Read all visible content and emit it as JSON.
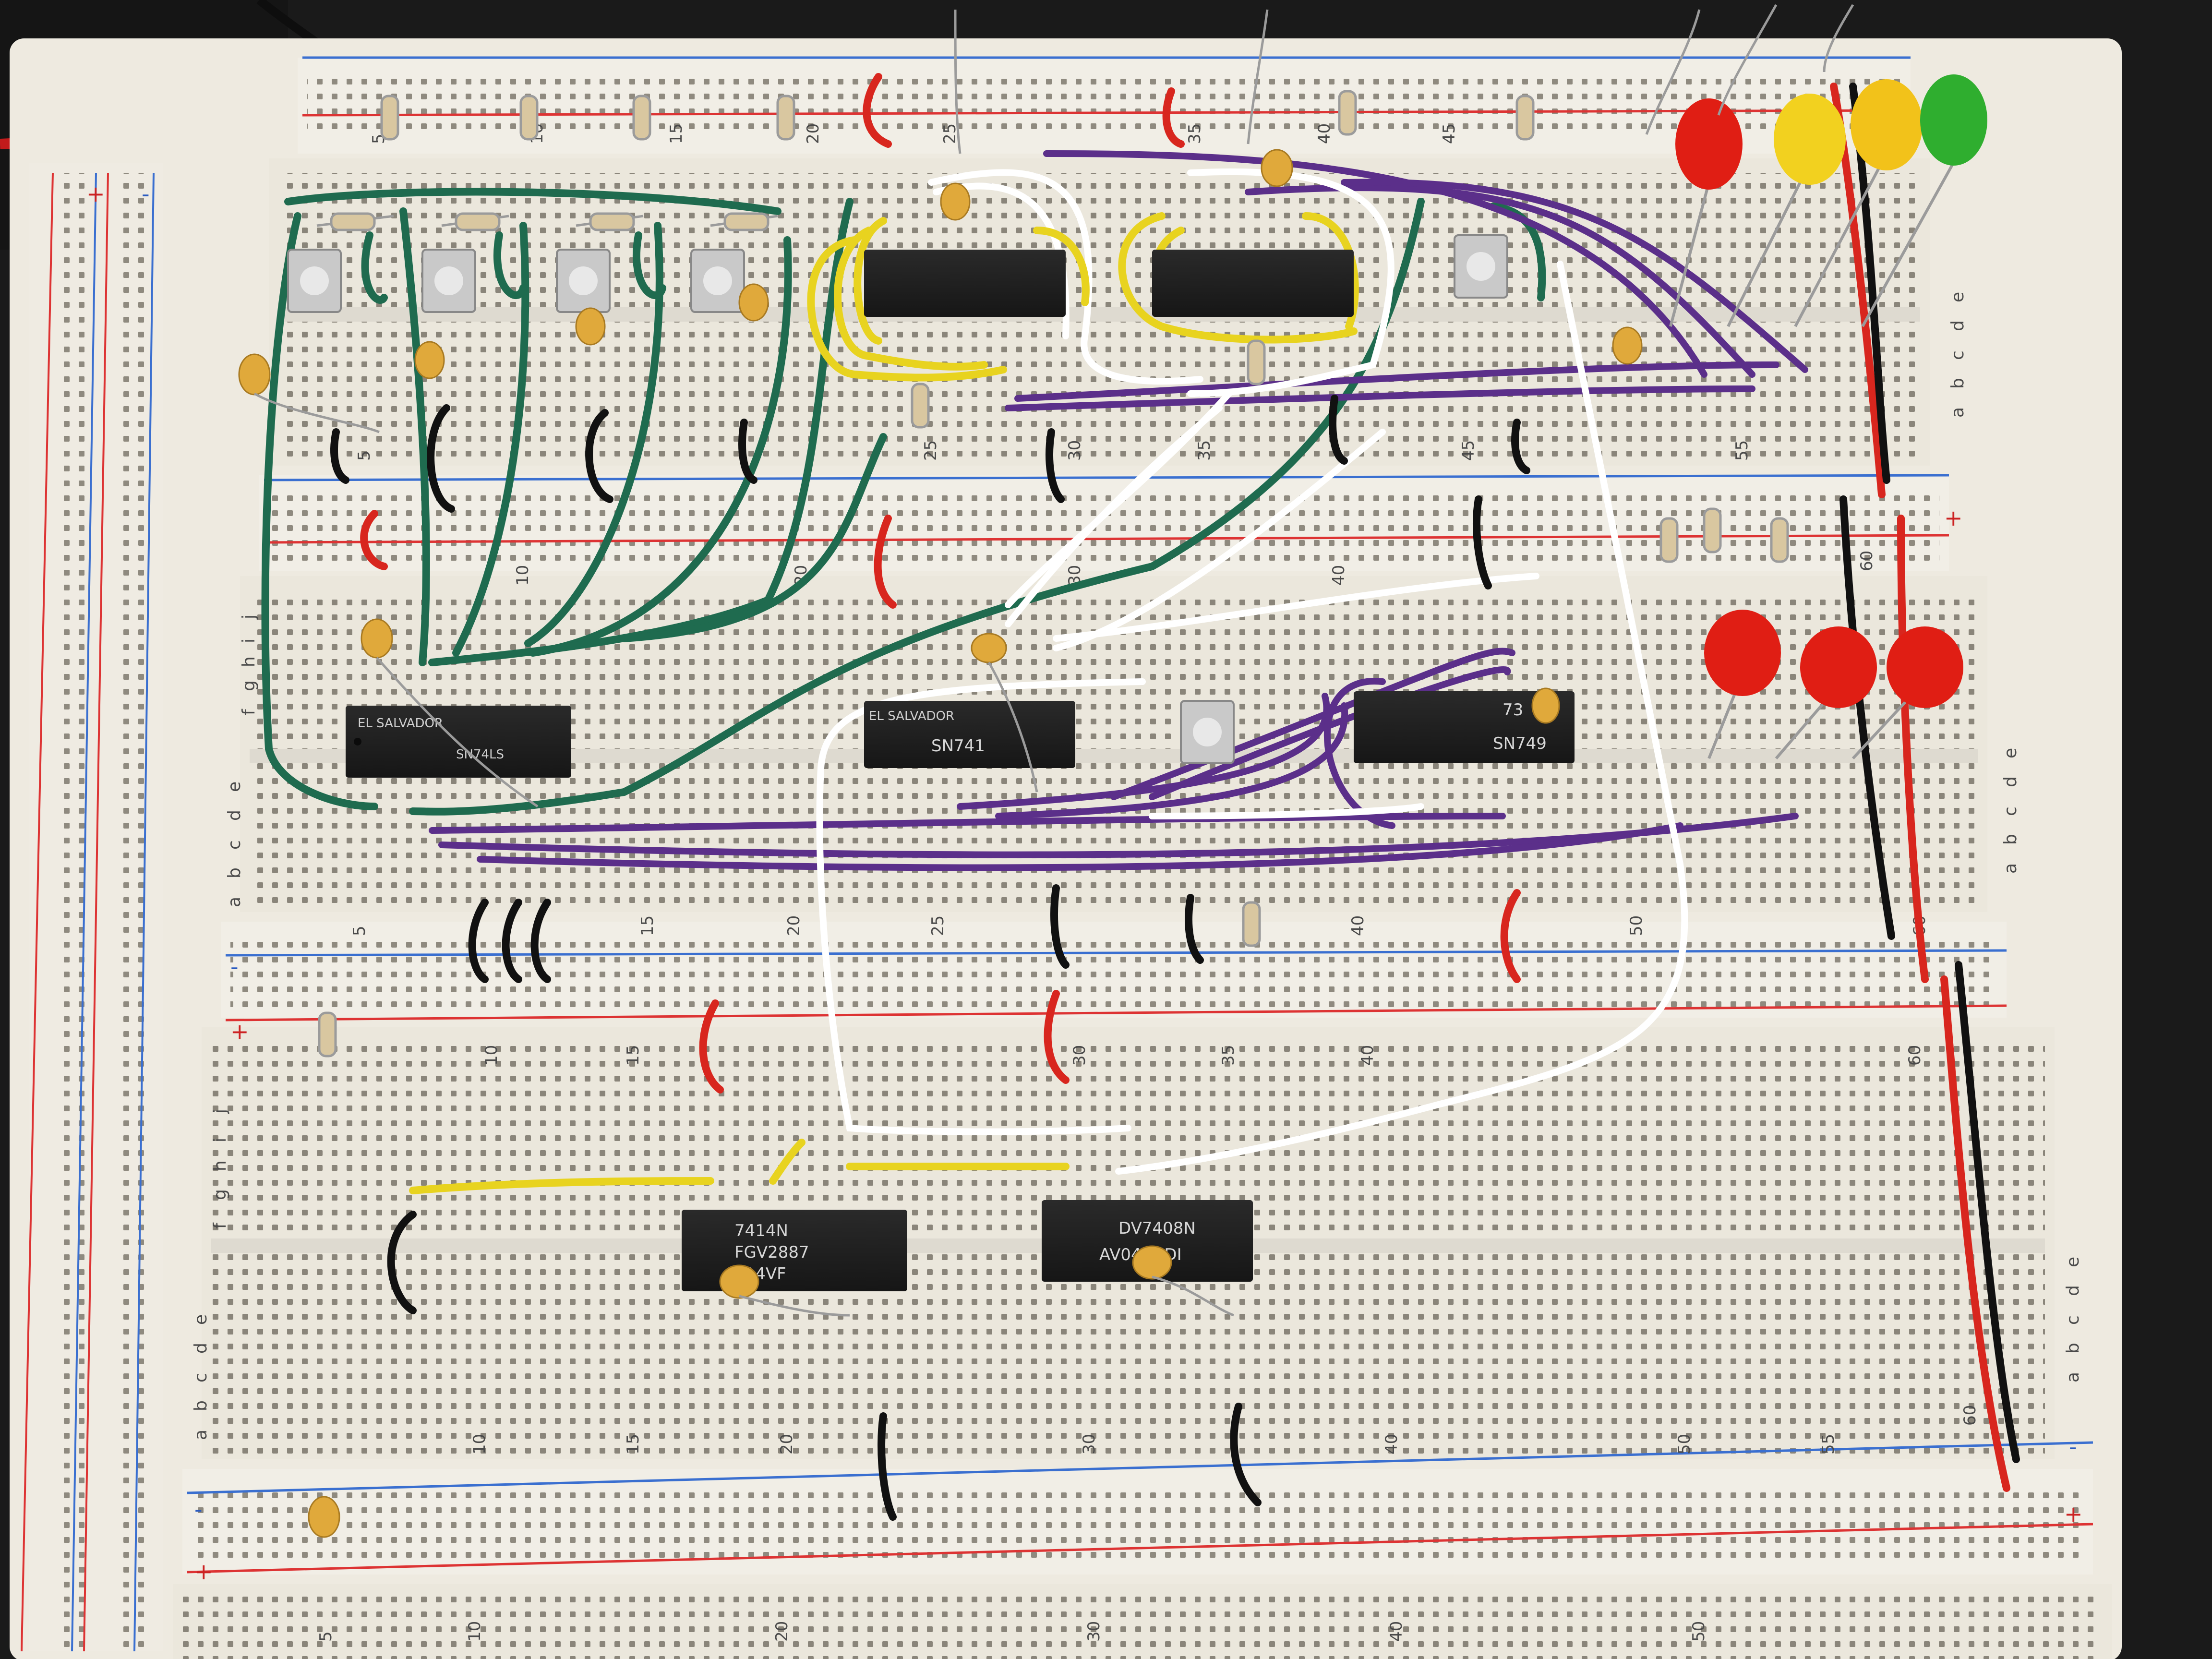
{
  "scene": {
    "chips": [
      {
        "lines": [
          "EL SALVADOR",
          "SN74LS"
        ]
      },
      {
        "lines": [
          "EL SALVADOR",
          "SN741"
        ]
      },
      {
        "lines": [
          "73",
          "SN749"
        ]
      },
      {
        "lines": [
          "7414N",
          "FGV2887",
          "014VF"
        ]
      },
      {
        "lines": [
          "DV7408N",
          "AV044DDI"
        ]
      }
    ],
    "column_labels": [
      "5",
      "10",
      "15",
      "20",
      "25",
      "30",
      "35",
      "40",
      "45",
      "50",
      "55",
      "60"
    ],
    "row_labels_top": [
      "a",
      "b",
      "c",
      "d",
      "e"
    ],
    "row_labels_bottom": [
      "f",
      "g",
      "h",
      "i",
      "j"
    ],
    "rail_signs": {
      "plus": "+",
      "minus": "-"
    },
    "colors": {
      "board": "#eeeae0",
      "green_wire": "#1f6b4f",
      "purple_wire": "#5b2f8a",
      "white_wire": "#ffffff",
      "yellow_wire": "#e8d31f",
      "red_wire": "#d8261e",
      "black_wire": "#111111",
      "led_red": "#e01e14",
      "led_yellow": "#f2c21a",
      "led_green": "#2fae2f",
      "capacitor": "#e0a93b"
    }
  }
}
